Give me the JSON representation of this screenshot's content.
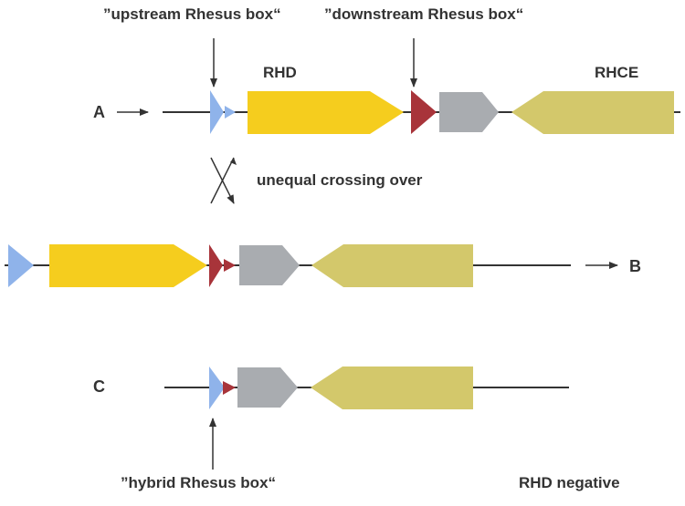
{
  "labels": {
    "upstream_box": "”upstream Rhesus box“",
    "downstream_box": "”downstream Rhesus box“",
    "rhd": "RHD",
    "rhce": "RHCE",
    "row_a": "A",
    "row_b": "B",
    "row_c": "C",
    "crossing_over": "unequal crossing over",
    "hybrid_box": "”hybrid Rhesus box“",
    "rhd_negative": "RHD negative"
  },
  "colors": {
    "upstream_box": "#8fb3ea",
    "downstream_box": "#a8343a",
    "rhd_gene": "#f5cd1e",
    "gray_gene": "#a9acb0",
    "rhce_gene": "#d3c86b",
    "line": "#333333"
  }
}
